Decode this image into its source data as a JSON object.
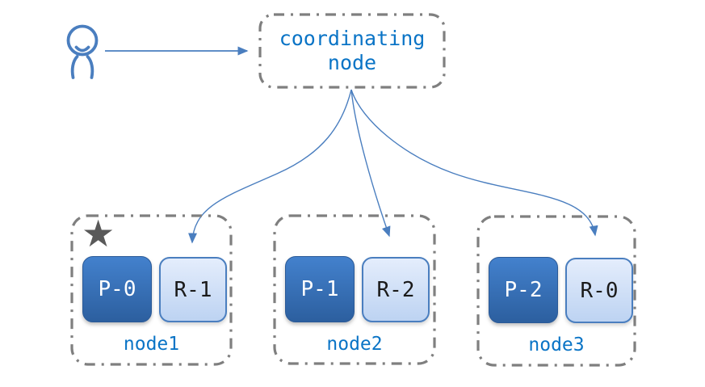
{
  "diagram": {
    "type": "cluster-architecture",
    "coordinating_node": {
      "label": "coordinating node"
    },
    "nodes": [
      {
        "label": "node1",
        "primary": "P-0",
        "replica": "R-1",
        "is_master": true
      },
      {
        "label": "node2",
        "primary": "P-1",
        "replica": "R-2",
        "is_master": false
      },
      {
        "label": "node3",
        "primary": "P-2",
        "replica": "R-0",
        "is_master": false
      }
    ],
    "arrows": [
      {
        "name": "user-to-coordinating-node"
      },
      {
        "name": "coordinating-node-to-node1-replica"
      },
      {
        "name": "coordinating-node-to-node2-replica"
      },
      {
        "name": "coordinating-node-to-node3-replica"
      }
    ],
    "icons": {
      "user": "person-outline",
      "master_star": "★"
    },
    "colors": {
      "arrow_blue": "#4a7ebf",
      "label_blue": "#0a74c6",
      "primary_shard_top": "#4381cd",
      "primary_shard_bottom": "#2c5f9f",
      "replica_shard_top": "#e4edfc",
      "replica_shard_bottom": "#bdd3f2",
      "replica_border": "#4a7ebf",
      "dash_border_gray": "#7f7f7f",
      "star_gray": "#595959",
      "background": "#ffffff"
    }
  }
}
